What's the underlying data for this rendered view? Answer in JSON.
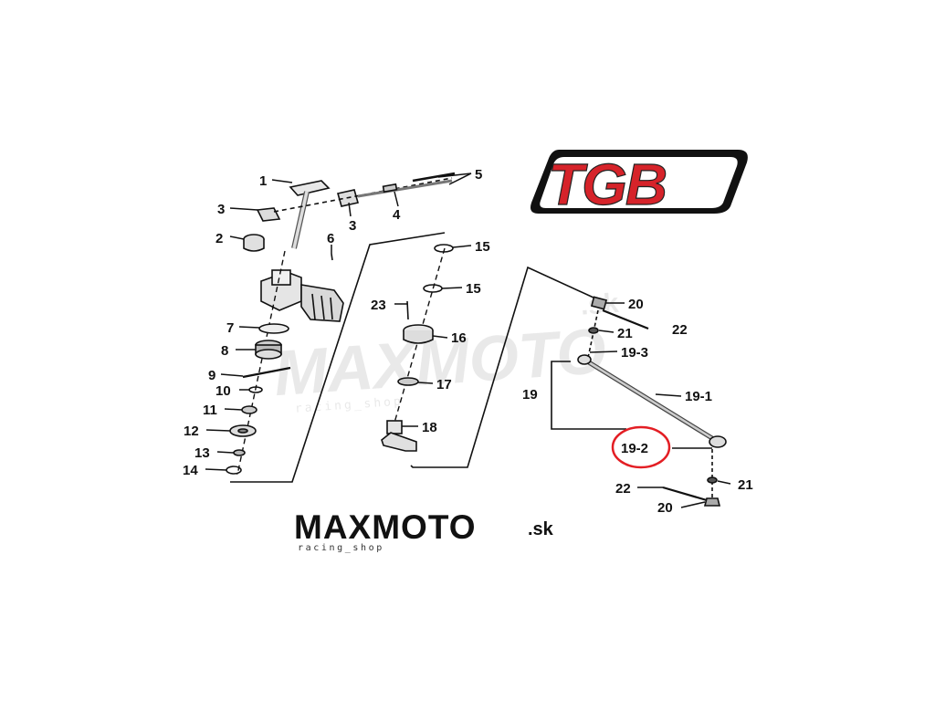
{
  "brand": {
    "tgb_logo": "TGB",
    "watermark": {
      "name": "MAXMOTO",
      "suffix": ".sk",
      "tagline": "racing_shop"
    },
    "footer_logo": {
      "name": "MAXMOTO",
      "suffix": ".sk",
      "tagline": "racing_shop"
    }
  },
  "colors": {
    "tgb_red": "#d6232a",
    "line": "#111111",
    "highlight": "#e31e24",
    "watermark": "#dcdcdc"
  },
  "callouts": [
    {
      "id": "1",
      "text": "1"
    },
    {
      "id": "2",
      "text": "2"
    },
    {
      "id": "3a",
      "text": "3"
    },
    {
      "id": "3b",
      "text": "3"
    },
    {
      "id": "4",
      "text": "4"
    },
    {
      "id": "5",
      "text": "5"
    },
    {
      "id": "6",
      "text": "6"
    },
    {
      "id": "7",
      "text": "7"
    },
    {
      "id": "8",
      "text": "8"
    },
    {
      "id": "9",
      "text": "9"
    },
    {
      "id": "10",
      "text": "10"
    },
    {
      "id": "11",
      "text": "11"
    },
    {
      "id": "12",
      "text": "12"
    },
    {
      "id": "13",
      "text": "13"
    },
    {
      "id": "14",
      "text": "14"
    },
    {
      "id": "15a",
      "text": "15"
    },
    {
      "id": "15b",
      "text": "15"
    },
    {
      "id": "16",
      "text": "16"
    },
    {
      "id": "17",
      "text": "17"
    },
    {
      "id": "18",
      "text": "18"
    },
    {
      "id": "23",
      "text": "23"
    },
    {
      "id": "19",
      "text": "19"
    },
    {
      "id": "19-1",
      "text": "19-1"
    },
    {
      "id": "19-2",
      "text": "19-2",
      "highlighted": true
    },
    {
      "id": "19-3",
      "text": "19-3"
    },
    {
      "id": "20a",
      "text": "20"
    },
    {
      "id": "20b",
      "text": "20"
    },
    {
      "id": "21a",
      "text": "21"
    },
    {
      "id": "21b",
      "text": "21"
    },
    {
      "id": "22a",
      "text": "22"
    },
    {
      "id": "22b",
      "text": "22"
    }
  ]
}
